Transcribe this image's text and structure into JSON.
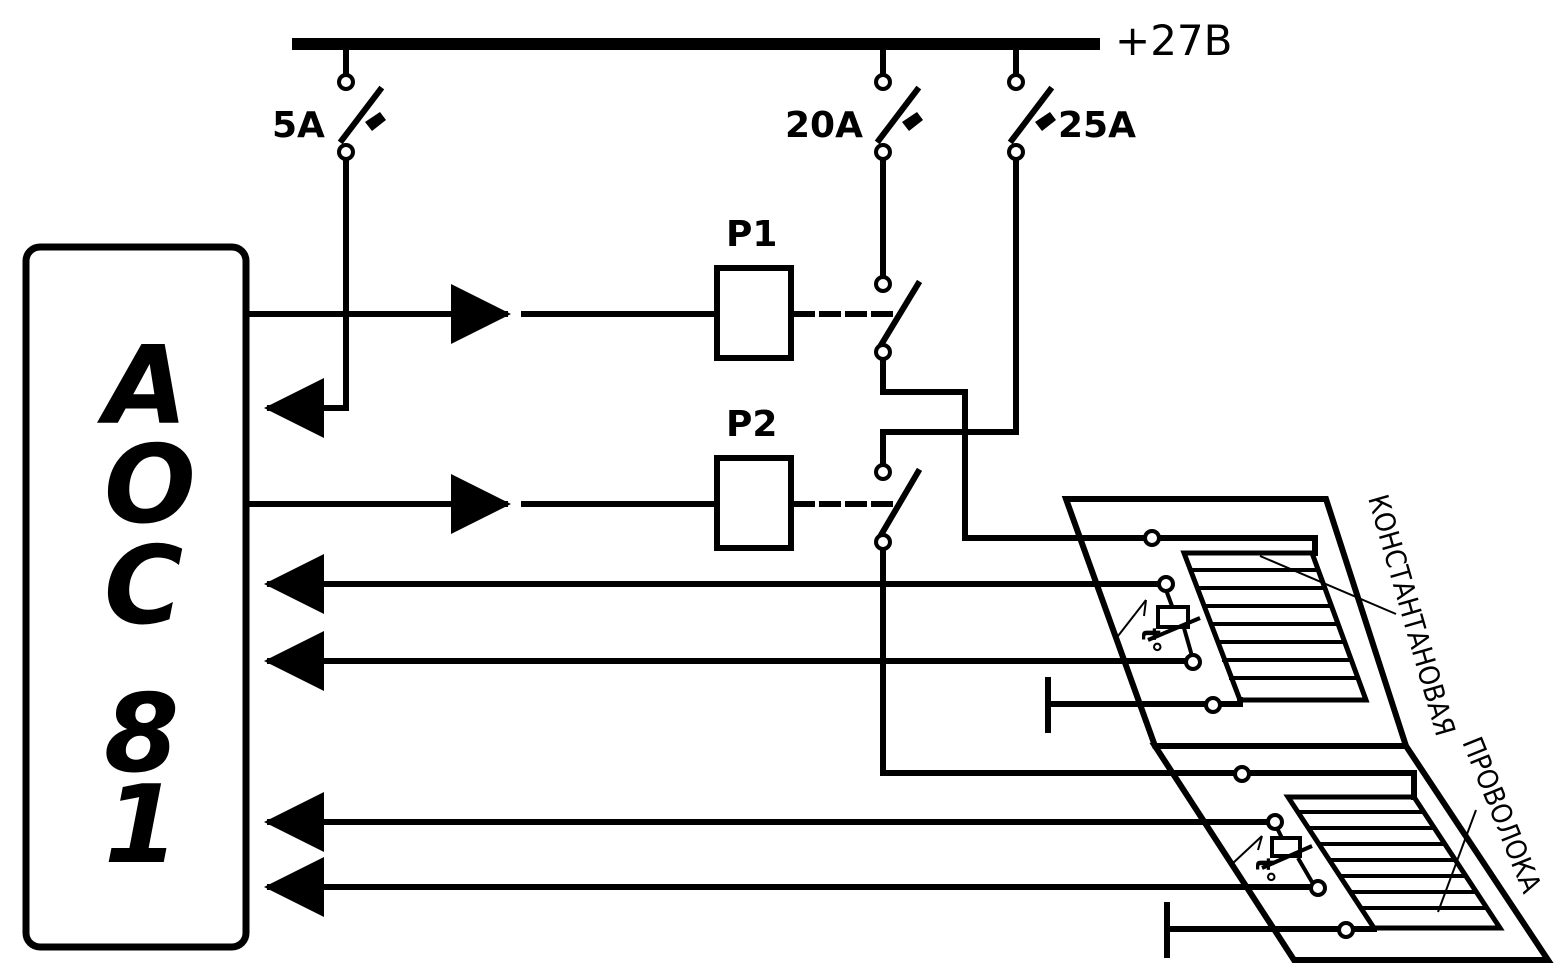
{
  "bus": {
    "label": "+27В"
  },
  "breakers": {
    "b1": "5А",
    "b2": "20А",
    "b3": "25А"
  },
  "relays": {
    "r1": "Р1",
    "r2": "Р2"
  },
  "device": {
    "lines": [
      "А",
      "О",
      "С",
      "8",
      "1"
    ]
  },
  "heater": {
    "note_line1": "КОНСТАНТАНОВАЯ",
    "note_line2": "ПРОВОЛОКА",
    "sensor_symbol": "t°"
  }
}
